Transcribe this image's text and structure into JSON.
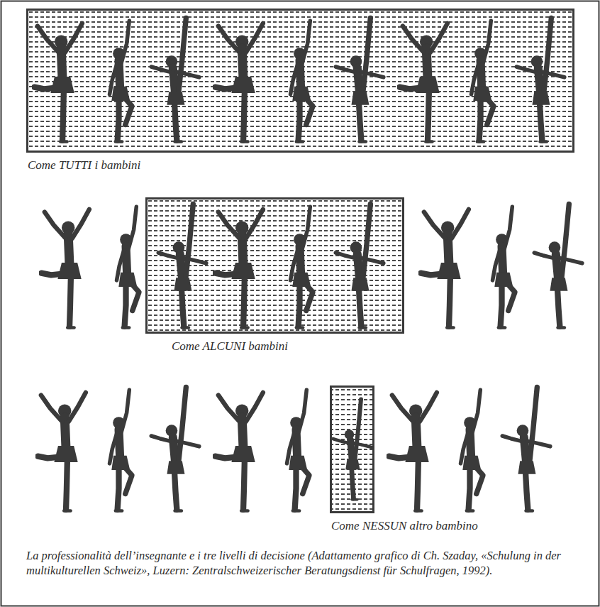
{
  "diagram": {
    "caption": "La professionalità dell’insegnante e i tre livelli di decisione (Adattamento grafico di Ch. Szaday, «Schulung in der multikulturellen Schweiz», Luzern: Zentralschweizerischer Beratungsdienst für Schulfragen, 1992).",
    "nodes": [
      {
        "text": [
          "Come TUTTI i bambini"
        ]
      },
      {
        "text": [
          "Come ALCUNI bambini"
        ]
      },
      {
        "text": [
          "Come NESSUN altro bambino"
        ]
      }
    ]
  }
}
